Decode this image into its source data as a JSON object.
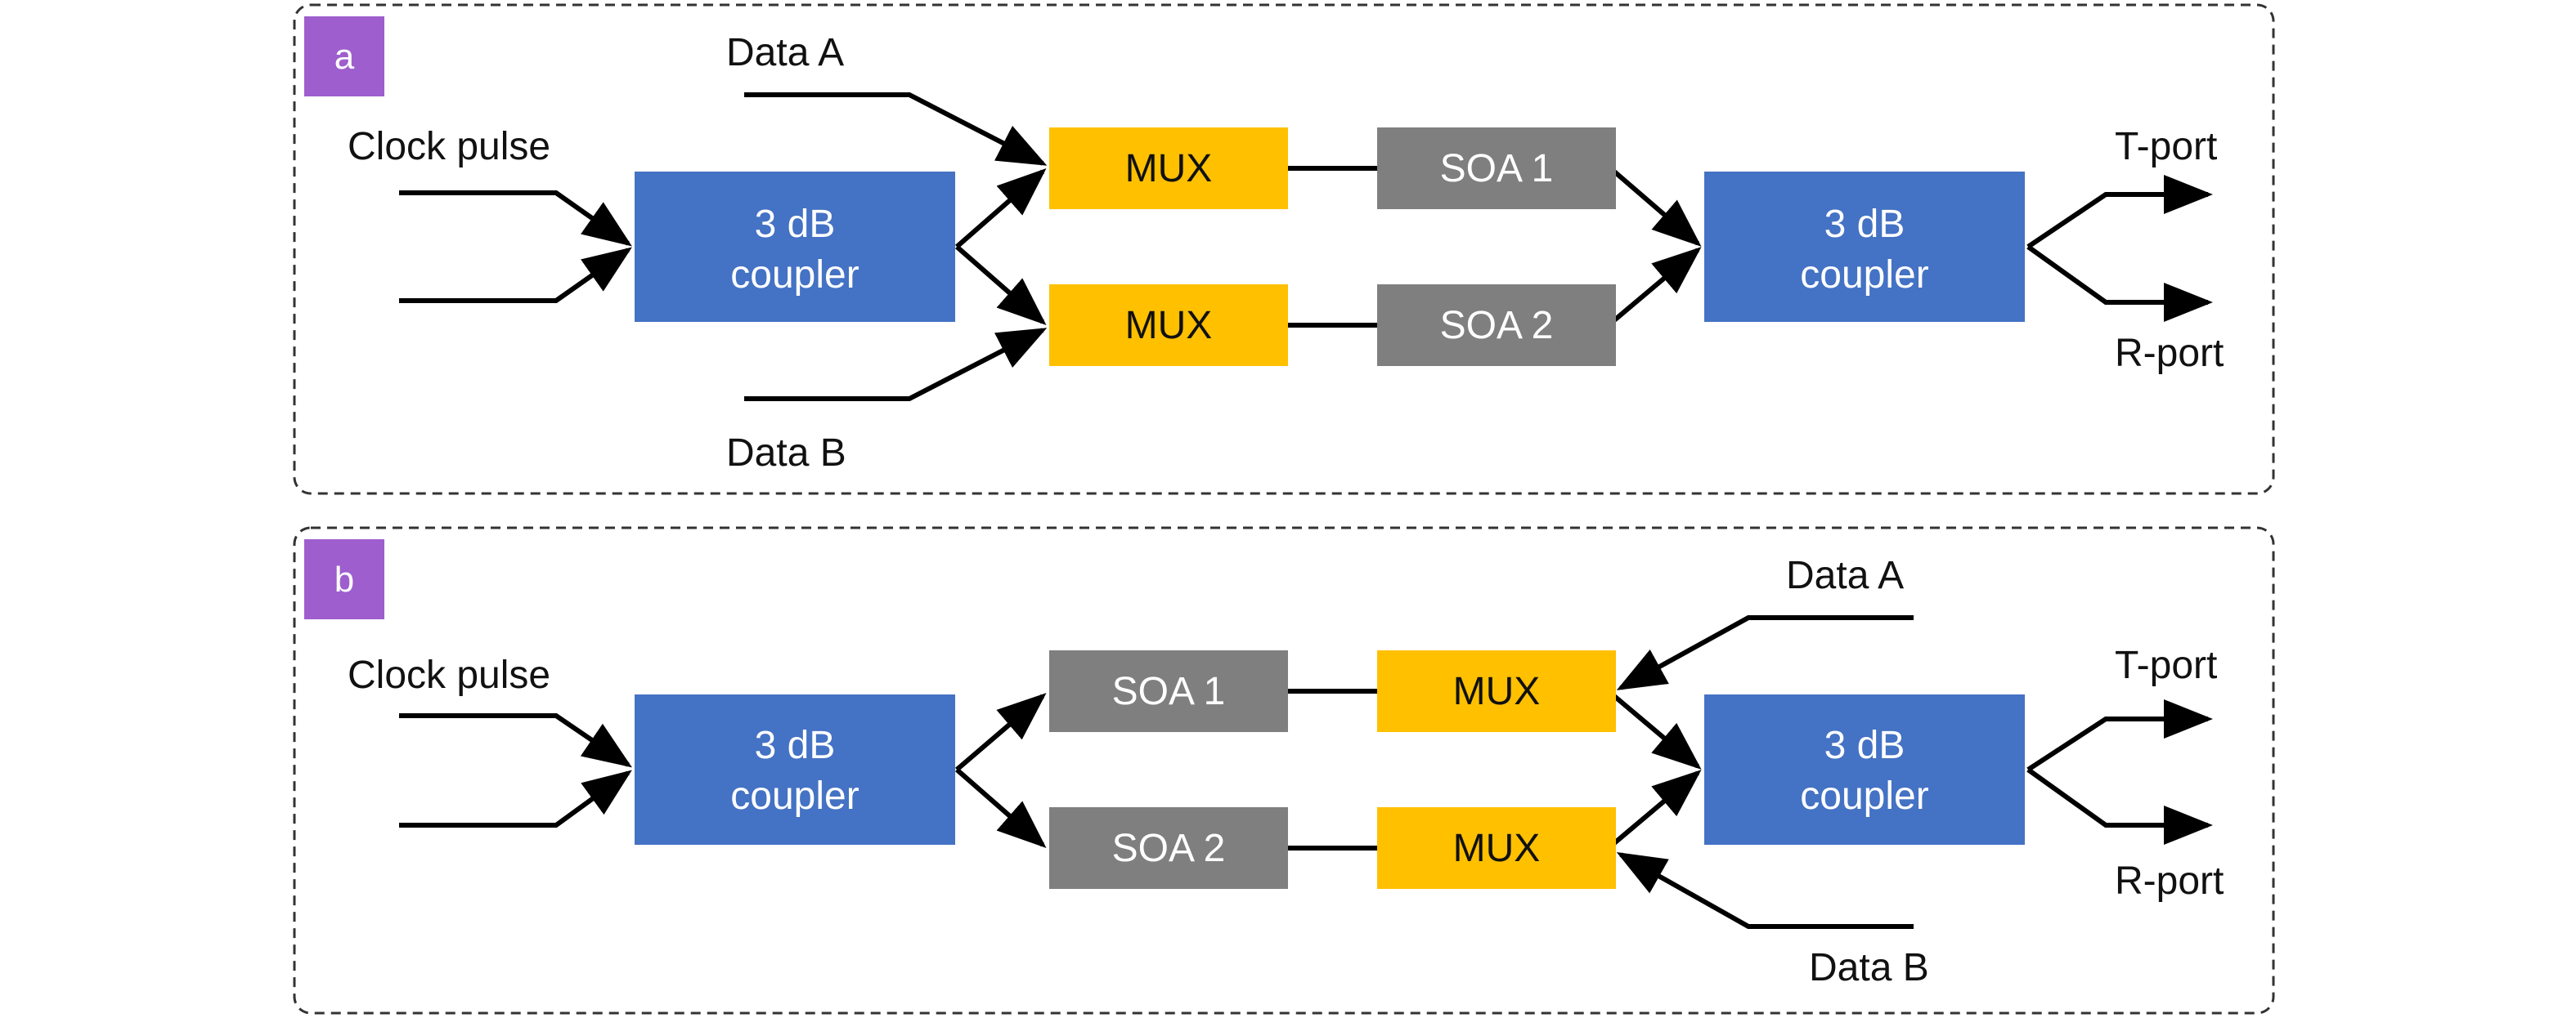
{
  "colors": {
    "coupler": "#4472C4",
    "mux": "#FFC000",
    "soa": "#7F7F7F",
    "tag": "#9E5ECE",
    "text_dark": "#111111",
    "text_light": "#ffffff"
  },
  "panel_a": {
    "tag": "a",
    "clock_label": "Clock pulse",
    "data_a_label": "Data A",
    "data_b_label": "Data B",
    "coupler_in": [
      "3 dB",
      "coupler"
    ],
    "mux_top": "MUX",
    "mux_bottom": "MUX",
    "soa_top": "SOA 1",
    "soa_bottom": "SOA 2",
    "coupler_out": [
      "3 dB",
      "coupler"
    ],
    "t_port": "T-port",
    "r_port": "R-port"
  },
  "panel_b": {
    "tag": "b",
    "clock_label": "Clock pulse",
    "data_a_label": "Data A",
    "data_b_label": "Data B",
    "coupler_in": [
      "3 dB",
      "coupler"
    ],
    "soa_top": "SOA 1",
    "soa_bottom": "SOA 2",
    "mux_top": "MUX",
    "mux_bottom": "MUX",
    "coupler_out": [
      "3 dB",
      "coupler"
    ],
    "t_port": "T-port",
    "r_port": "R-port"
  }
}
